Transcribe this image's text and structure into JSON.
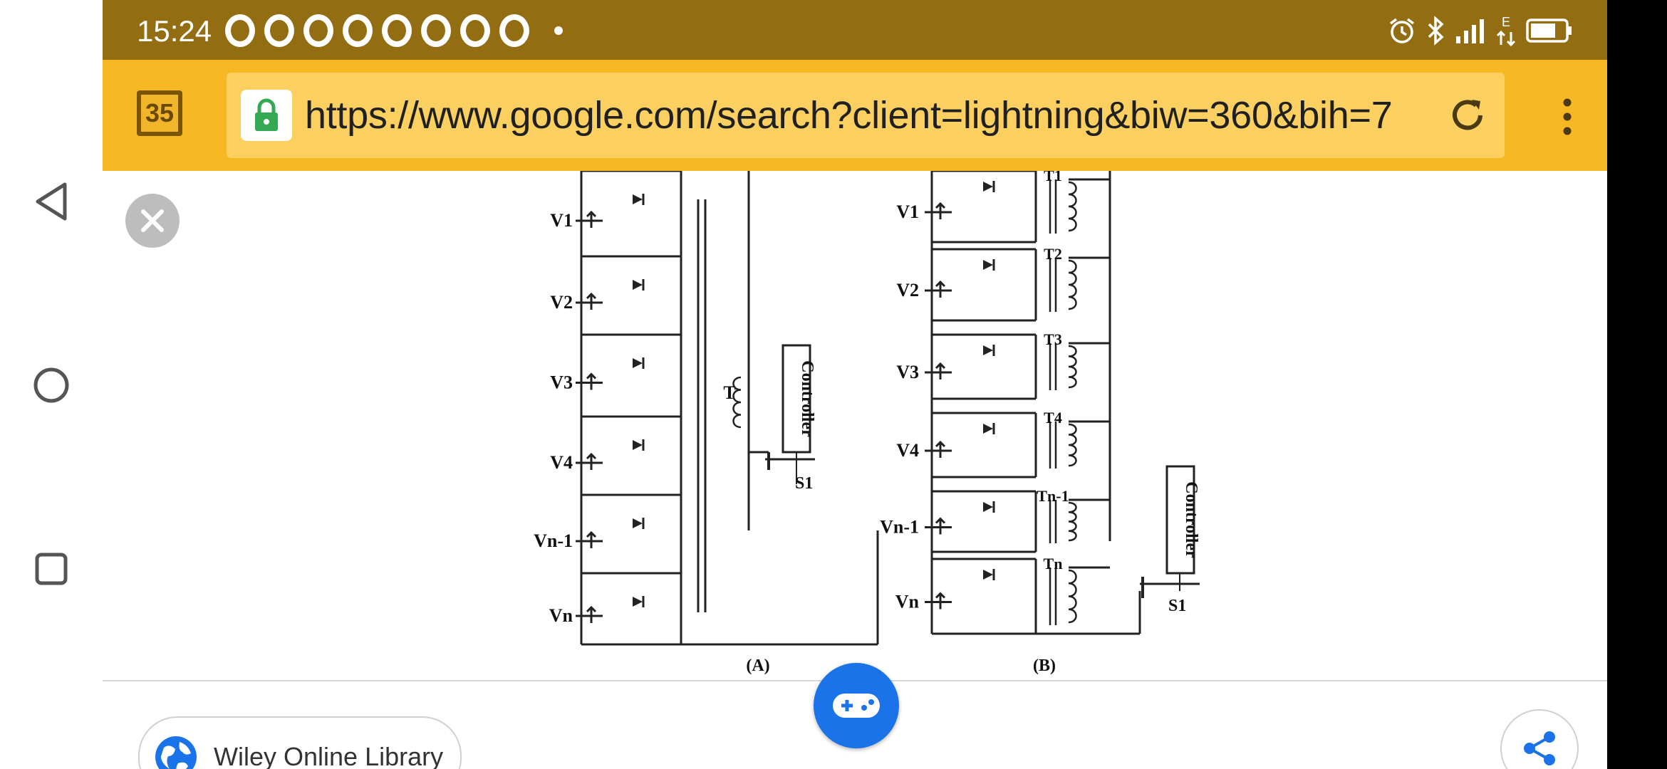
{
  "status_bar": {
    "time": "15:24",
    "notification_count": 8,
    "network_type_label": "E"
  },
  "browser": {
    "tab_count": "35",
    "url": "https://www.google.com/search?client=lightning&biw=360&bih=7",
    "toolbar_color": "#f7b722",
    "status_color": "#936d12"
  },
  "figure": {
    "panel_a_caption": "(A)",
    "panel_b_caption": "(B)",
    "panel_a": {
      "voltage_labels": [
        "V1",
        "V2",
        "V3",
        "V4",
        "Vn-1",
        "Vn"
      ],
      "transformer_label": "T",
      "controller_label": "Controller",
      "switch_label": "S1"
    },
    "panel_b": {
      "voltage_labels": [
        "V1",
        "V2",
        "V3",
        "V4",
        "Vn-1",
        "Vn"
      ],
      "transformer_labels": [
        "T1",
        "T2",
        "T3",
        "T4",
        "Tn-1",
        "Tn"
      ],
      "controller_label": "Controller",
      "switch_label": "S1"
    }
  },
  "bottom": {
    "source_name": "Wiley Online Library",
    "accent_color": "#1a73e8"
  }
}
